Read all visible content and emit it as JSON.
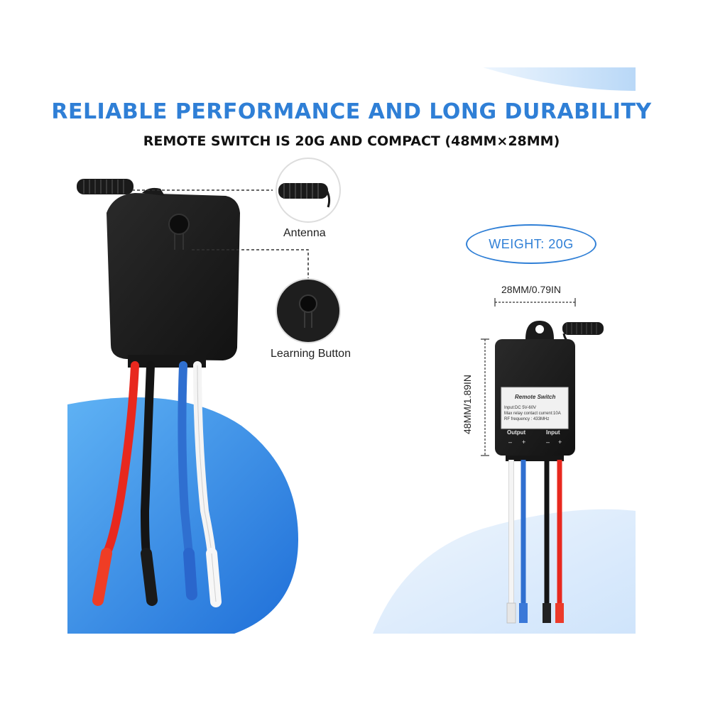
{
  "headline": "RELIABLE PERFORMANCE AND LONG DURABILITY",
  "subheadline": "REMOTE SWITCH IS 20G AND COMPACT (48MM×28MM)",
  "callouts": {
    "antenna": "Antenna",
    "learning_button": "Learning Button"
  },
  "weight": "WEIGHT: 20G",
  "dimensions": {
    "width": "28MM/0.79IN",
    "height": "48MM/1.89IN"
  },
  "sticker": {
    "title": "Remote Switch",
    "line1": "Input:DC 5V-60V",
    "line2": "Max relay contact current:10A",
    "line3": "RF frequency : 433MHz",
    "output_label": "Output",
    "input_label": "Input",
    "minus": "–",
    "plus": "+"
  },
  "colors": {
    "accent_blue": "#2f7fd6",
    "light_blue": "#6fb3f0",
    "housing": "#1b1b1b",
    "wire_red": "#e8281e",
    "wire_black": "#111111",
    "wire_blue": "#2f6fd0",
    "wire_white": "#f4f4f4"
  }
}
